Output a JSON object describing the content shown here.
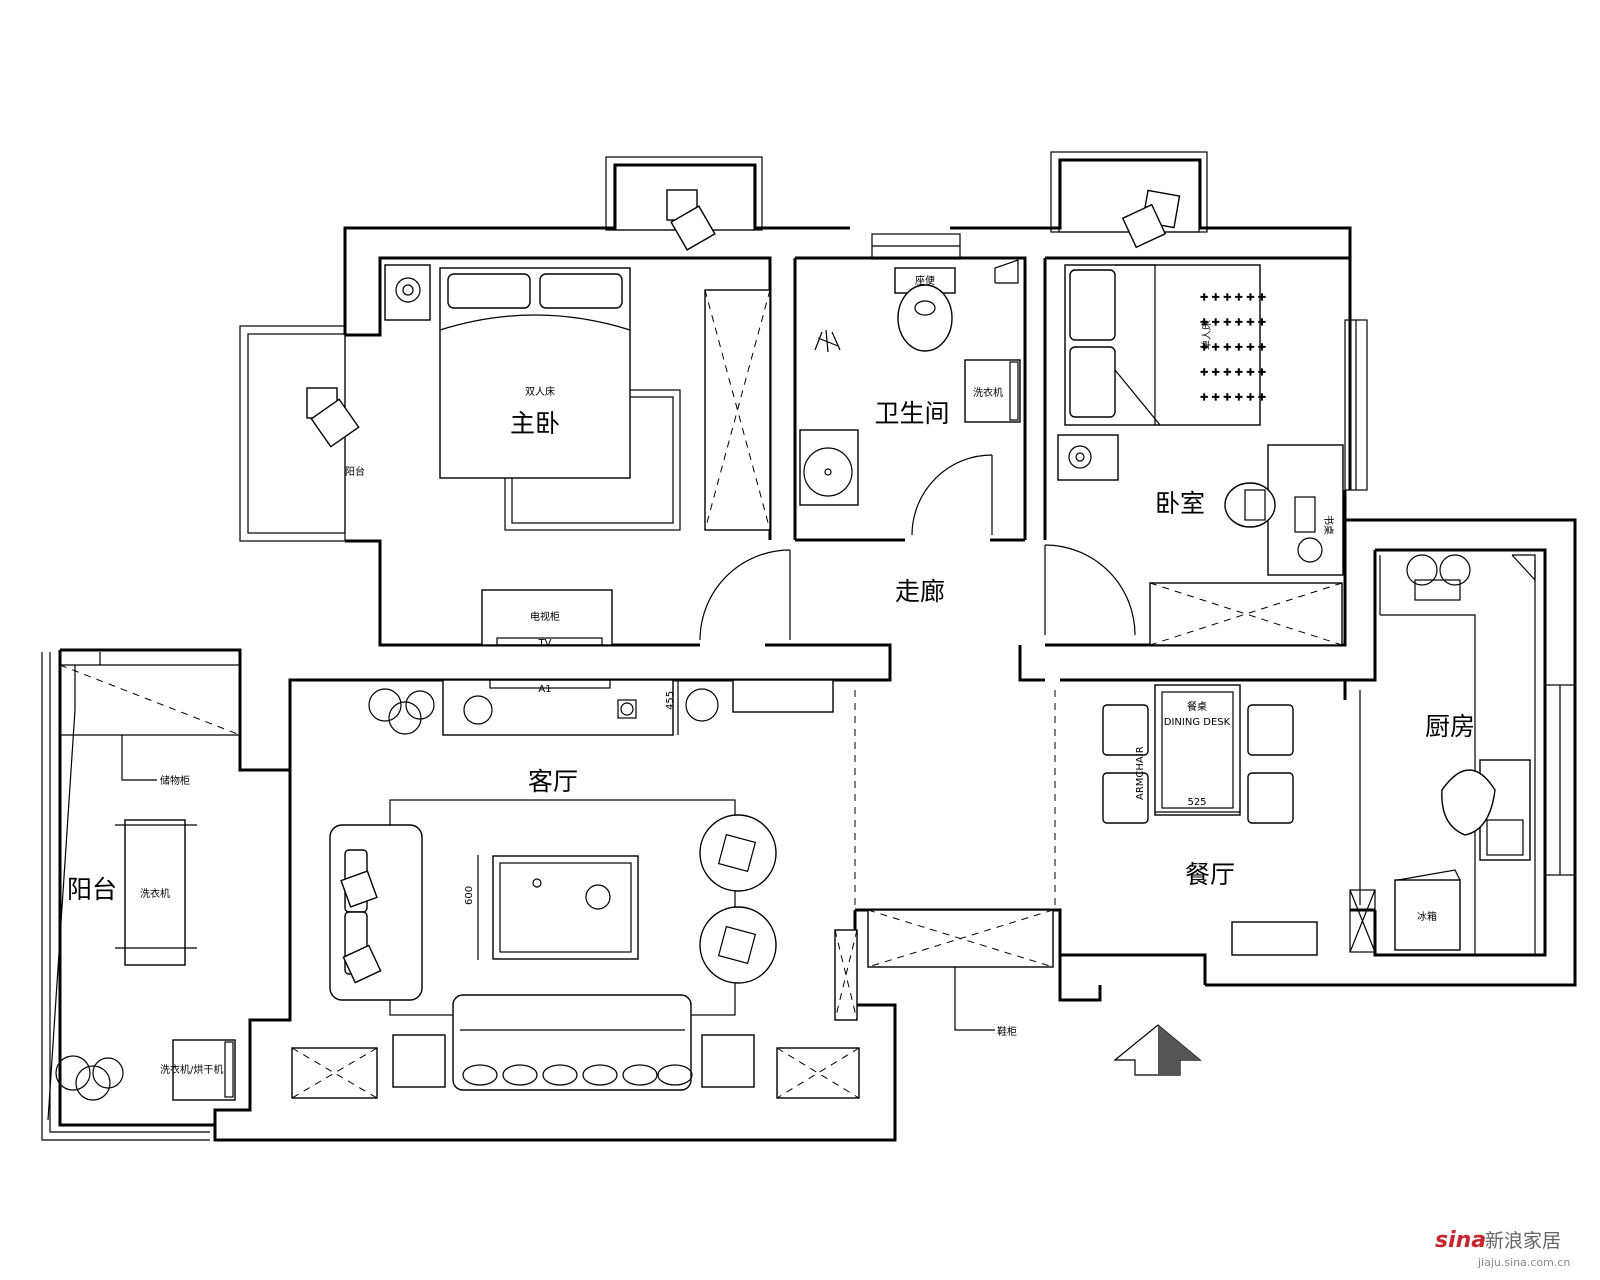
{
  "rooms": {
    "master_bedroom": "主卧",
    "bathroom": "卫生间",
    "bedroom": "卧室",
    "corridor": "走廊",
    "living_room": "客厅",
    "dining_room": "餐厅",
    "kitchen": "厨房",
    "balcony": "阳台"
  },
  "labels": {
    "toilet": "座便",
    "washing_machine": "洗衣机",
    "double_bed": "双人床",
    "small_balcony": "阳台",
    "tv": "TV",
    "tv_cabinet": "电视柜",
    "ac": "A1",
    "desk": "书桌",
    "single_bed": "单人床",
    "dining_desk": "DINING DESK",
    "armchair": "ARMCHAIR",
    "dining_table_label": "餐桌",
    "shoe_cabinet": "鞋柜",
    "balcony_cabinet": "储物柜",
    "washer_balcony": "洗衣机",
    "balcony_appliance": "洗衣机/烘干机",
    "fridge": "冰箱"
  },
  "dimensions": {
    "tv_wall_depth": "455",
    "coffee_table_width": "600",
    "dining_width": "525"
  },
  "watermark": {
    "logo": "sina",
    "name": "新浪家居",
    "url": "jiaju.sina.com.cn"
  }
}
